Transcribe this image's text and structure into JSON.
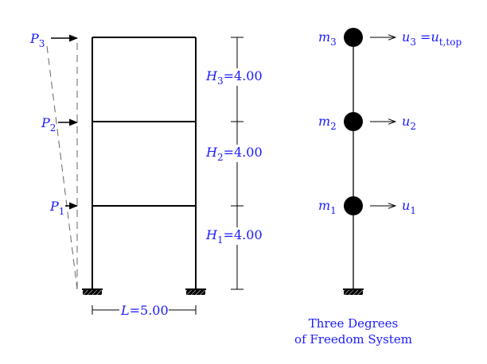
{
  "colors": {
    "label": "#1a1aff",
    "line": "#000000",
    "dash": "#666666"
  },
  "frame": {
    "loads": [
      {
        "sym": "P",
        "sub": "3"
      },
      {
        "sym": "P",
        "sub": "2"
      },
      {
        "sym": "P",
        "sub": "1"
      }
    ],
    "heights": [
      {
        "sym": "H",
        "sub": "3",
        "value": "=4.00"
      },
      {
        "sym": "H",
        "sub": "2",
        "value": "=4.00"
      },
      {
        "sym": "H",
        "sub": "1",
        "value": "=4.00"
      }
    ],
    "span": {
      "sym": "L",
      "value": "=5.00"
    }
  },
  "mdof": {
    "masses": [
      {
        "sym": "m",
        "sub": "3"
      },
      {
        "sym": "m",
        "sub": "2"
      },
      {
        "sym": "m",
        "sub": "1"
      }
    ],
    "disps": [
      {
        "sym": "u",
        "sub": "3",
        "eq": " =",
        "sym2": "u",
        "sub2": "t,top"
      },
      {
        "sym": "u",
        "sub": "2"
      },
      {
        "sym": "u",
        "sub": "1"
      }
    ],
    "caption_line1": "Three Degrees",
    "caption_line2": "of Freedom System"
  }
}
